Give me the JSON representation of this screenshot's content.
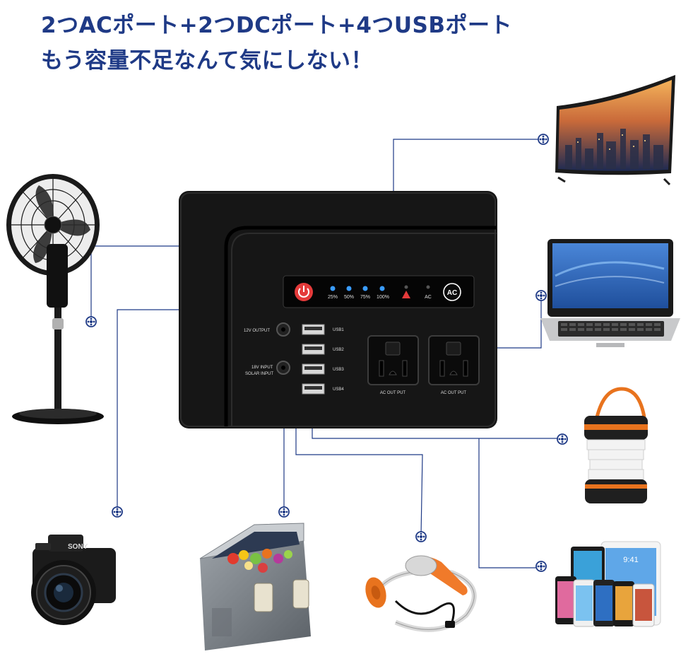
{
  "headline": {
    "line1": "2つACポート+2つDCポート+4つUSBポート",
    "line2": "もう容量不足なんて気にしない！"
  },
  "panel": {
    "battery_levels": [
      "25%",
      "50%",
      "75%",
      "100%"
    ],
    "ac_indicator_label": "AC",
    "ac_button_label": "AC",
    "dc_output_label": "12V OUTPUT",
    "input_label_1": "18V INPUT",
    "input_label_2": "SOLAR INPUT",
    "usb_labels": [
      "USB1",
      "USB2",
      "USB3",
      "USB4"
    ],
    "ac_outlet_labels": [
      "AC OUT PUT",
      "AC OUT PUT"
    ]
  },
  "camera": {
    "brand": "SONY"
  },
  "tablet": {
    "clock": "9:41"
  },
  "colors": {
    "headline": "#1f3a86",
    "connector_line": "#1f3a86",
    "panel_body": "#161616",
    "power_button": "#e43a3a",
    "led": "#3a9cff",
    "lantern_accent": "#e8731e"
  }
}
